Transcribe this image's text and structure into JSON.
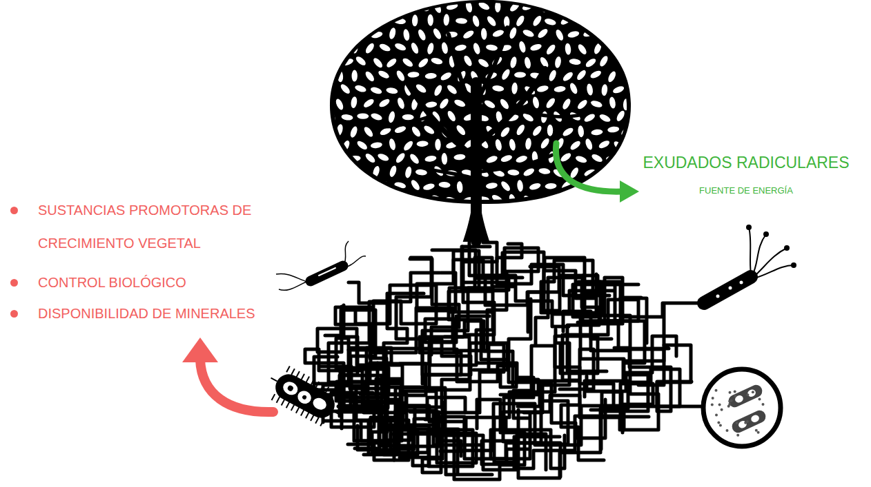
{
  "diagram": {
    "labels": [
      "EXUDADOS RADICULARES",
      "FUENTE DE ENERGÍA",
      "SUSTANCIAS PROMOTORAS DE CRECIMIENTO VEGETAL",
      "CONTROL BIOLÓGICO",
      "DISPONIBILIDAD DE MINERALES"
    ]
  }
}
